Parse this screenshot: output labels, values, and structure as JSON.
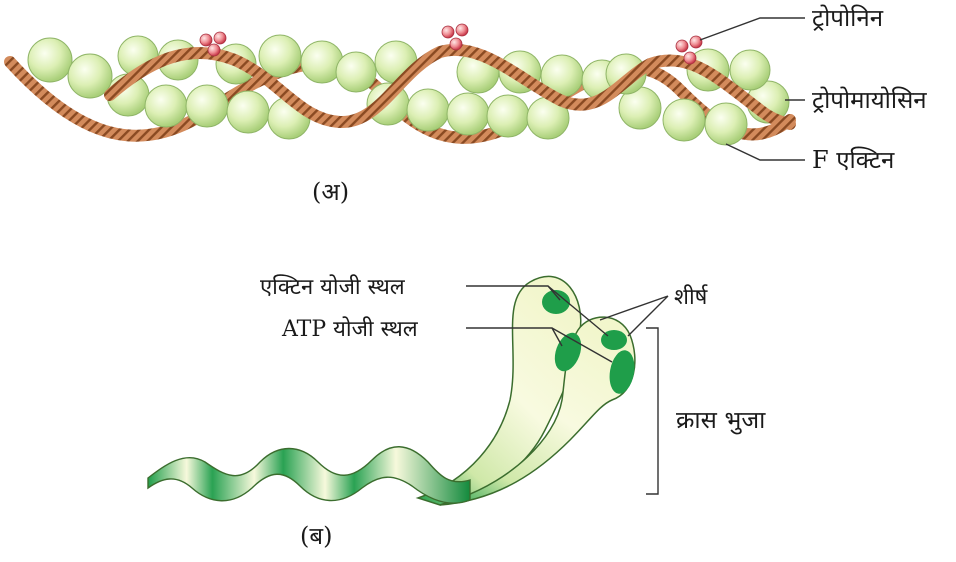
{
  "part_a": {
    "caption": "(अ)",
    "labels": {
      "troponin": "ट्रोपोनिन",
      "tropomyosin": "ट्रोपोमायोसिन",
      "f_actin": "F एक्टिन"
    }
  },
  "part_b": {
    "caption": "(ब)",
    "labels": {
      "actin_binding_site": "एक्टिन योजी स्थल",
      "atp_binding_site": "ATP योजी स्थल",
      "head": "शीर्ष",
      "cross_arm": "क्रास भुजा"
    }
  },
  "colors": {
    "actin_bead": "#dbeeb0",
    "tropomyosin": "#c67c4e",
    "troponin": "#e05a6a",
    "myosin_green": "#1f9e4a",
    "myosin_light": "#f6f8d6"
  }
}
